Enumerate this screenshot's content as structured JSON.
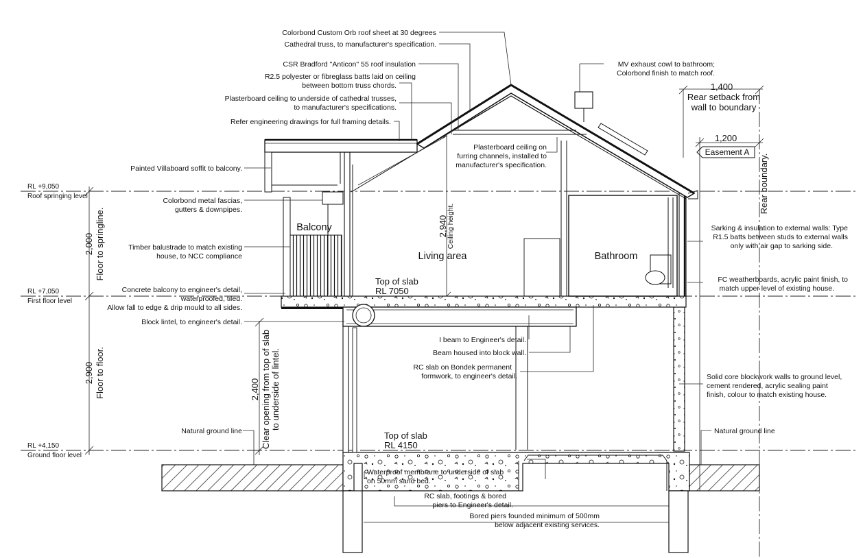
{
  "notes": {
    "roof_sheet": "Colorbond Custom Orb roof sheet at 30 degrees",
    "truss": "Cathedral truss, to manufacturer's specification.",
    "insulation": "CSR Bradford \"Anticon\" 55 roof insulation",
    "batts_1": "R2.5 polyester or fibreglass batts laid on ceiling",
    "batts_2": "between  bottom truss chords.",
    "plaster_1": "Plasterboard ceiling to underside of cathedral trusses,",
    "plaster_2": "to manufacturer's specifications.",
    "framing": "Refer engineering drawings for full framing details.",
    "soffit": "Painted Villaboard soffit to balcony.",
    "fascia_1": "Colorbond metal fascias,",
    "fascia_2": "gutters & downpipes.",
    "balustrade_1": "Timber balustrade to match existing",
    "balustrade_2": "house, to NCC compliance",
    "balcony_slab_1": "Concrete balcony to engineer's detail,",
    "balcony_slab_2": "waterproofed, tiled.",
    "balcony_slab_3": "Allow fall to edge & drip mould to all sides.",
    "lintel": "Block lintel, to engineer's detail.",
    "ground_left": "Natural ground line",
    "ground_right": "Natural ground line",
    "cowl_1": "MV exhaust cowl to bathroom;",
    "cowl_2": "Colorbond finish to match roof.",
    "furring_1": "Plasterboard ceiling on",
    "furring_2": "furring channels, installed to",
    "furring_3": "manufacturer's specification.",
    "sarking_1": "Sarking & insulation to external walls: Type",
    "sarking_2": "R1.5 batts between studs to external walls",
    "sarking_3": "only with air gap to sarking side.",
    "weatherboard_1": "FC weatherboards, acrylic paint finish, to",
    "weatherboard_2": "match upper  level of existing house.",
    "ibeam": "I beam to Engineer's detail.",
    "beam_housed": "Beam housed into block wall.",
    "rc_slab_1": "RC slab on Bondek permanent",
    "rc_slab_2": "formwork, to engineer's detail.",
    "blockwork_1": "Solid core blockwork walls to ground level,",
    "blockwork_2": "cement rendered, acrylic sealing paint",
    "blockwork_3": "finish, colour to match existing house.",
    "membrane_1": "Waterproof membrane to underside of slab",
    "membrane_2": "on 50mm sand bed.",
    "footings_1": "RC slab, footings & bored",
    "footings_2": "piers to Engineer's detail.",
    "piers_1": "Bored piers founded minimum of 500mm",
    "piers_2": "below adjacent existing services."
  },
  "rooms": {
    "balcony": "Balcony",
    "living": "Living area",
    "bathroom": "Bathroom"
  },
  "slabs": {
    "first_1": "Top of slab",
    "first_2": "RL 7050",
    "ground_1": "Top of slab",
    "ground_2": "RL 4150"
  },
  "levels": {
    "roof_rl": "RL +9,050",
    "roof_name": "Roof springing level",
    "first_rl": "RL +7,050",
    "first_name": "First floor level",
    "ground_rl": "RL +4,150",
    "ground_name": "Ground floor level"
  },
  "dimensions": {
    "upper_value": "2,000",
    "upper_label": "Floor to springline.",
    "lower_value": "2,900",
    "lower_label": "Floor to floor.",
    "opening_value": "2,400",
    "opening_label_1": "Clear opening from top of slab",
    "opening_label_2": "to underside of lintel.",
    "ceiling_value": "2,940",
    "ceiling_label": "Ceiling height.",
    "setback_value": "1,400",
    "setback_label_1": "Rear setback from",
    "setback_label_2": "wall to boundary",
    "easement_value": "1,200",
    "easement_label": "Easement A",
    "boundary_label": "Rear boundary."
  }
}
